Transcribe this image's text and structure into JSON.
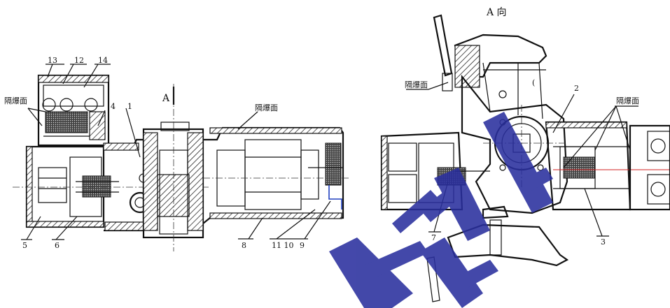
{
  "labels": {
    "n1": "1",
    "n2": "2",
    "n3": "3",
    "n4": "4",
    "n5": "5",
    "n6": "6",
    "n7": "7",
    "n8": "8",
    "n9": "9",
    "n10": "11 10",
    "n12": "12",
    "n13": "13",
    "n14": "14",
    "section_a": "A",
    "view_a": "A 向",
    "flameproof_1": "隔爆面",
    "flameproof_2": "隔爆面",
    "flameproof_3": "隔爆面",
    "flameproof_4": "隔爆面"
  },
  "colors": {
    "line": "#111111",
    "watermark": "#2a2f9e",
    "red_center": "#d22020",
    "blue_wire": "#1f3fbf"
  }
}
